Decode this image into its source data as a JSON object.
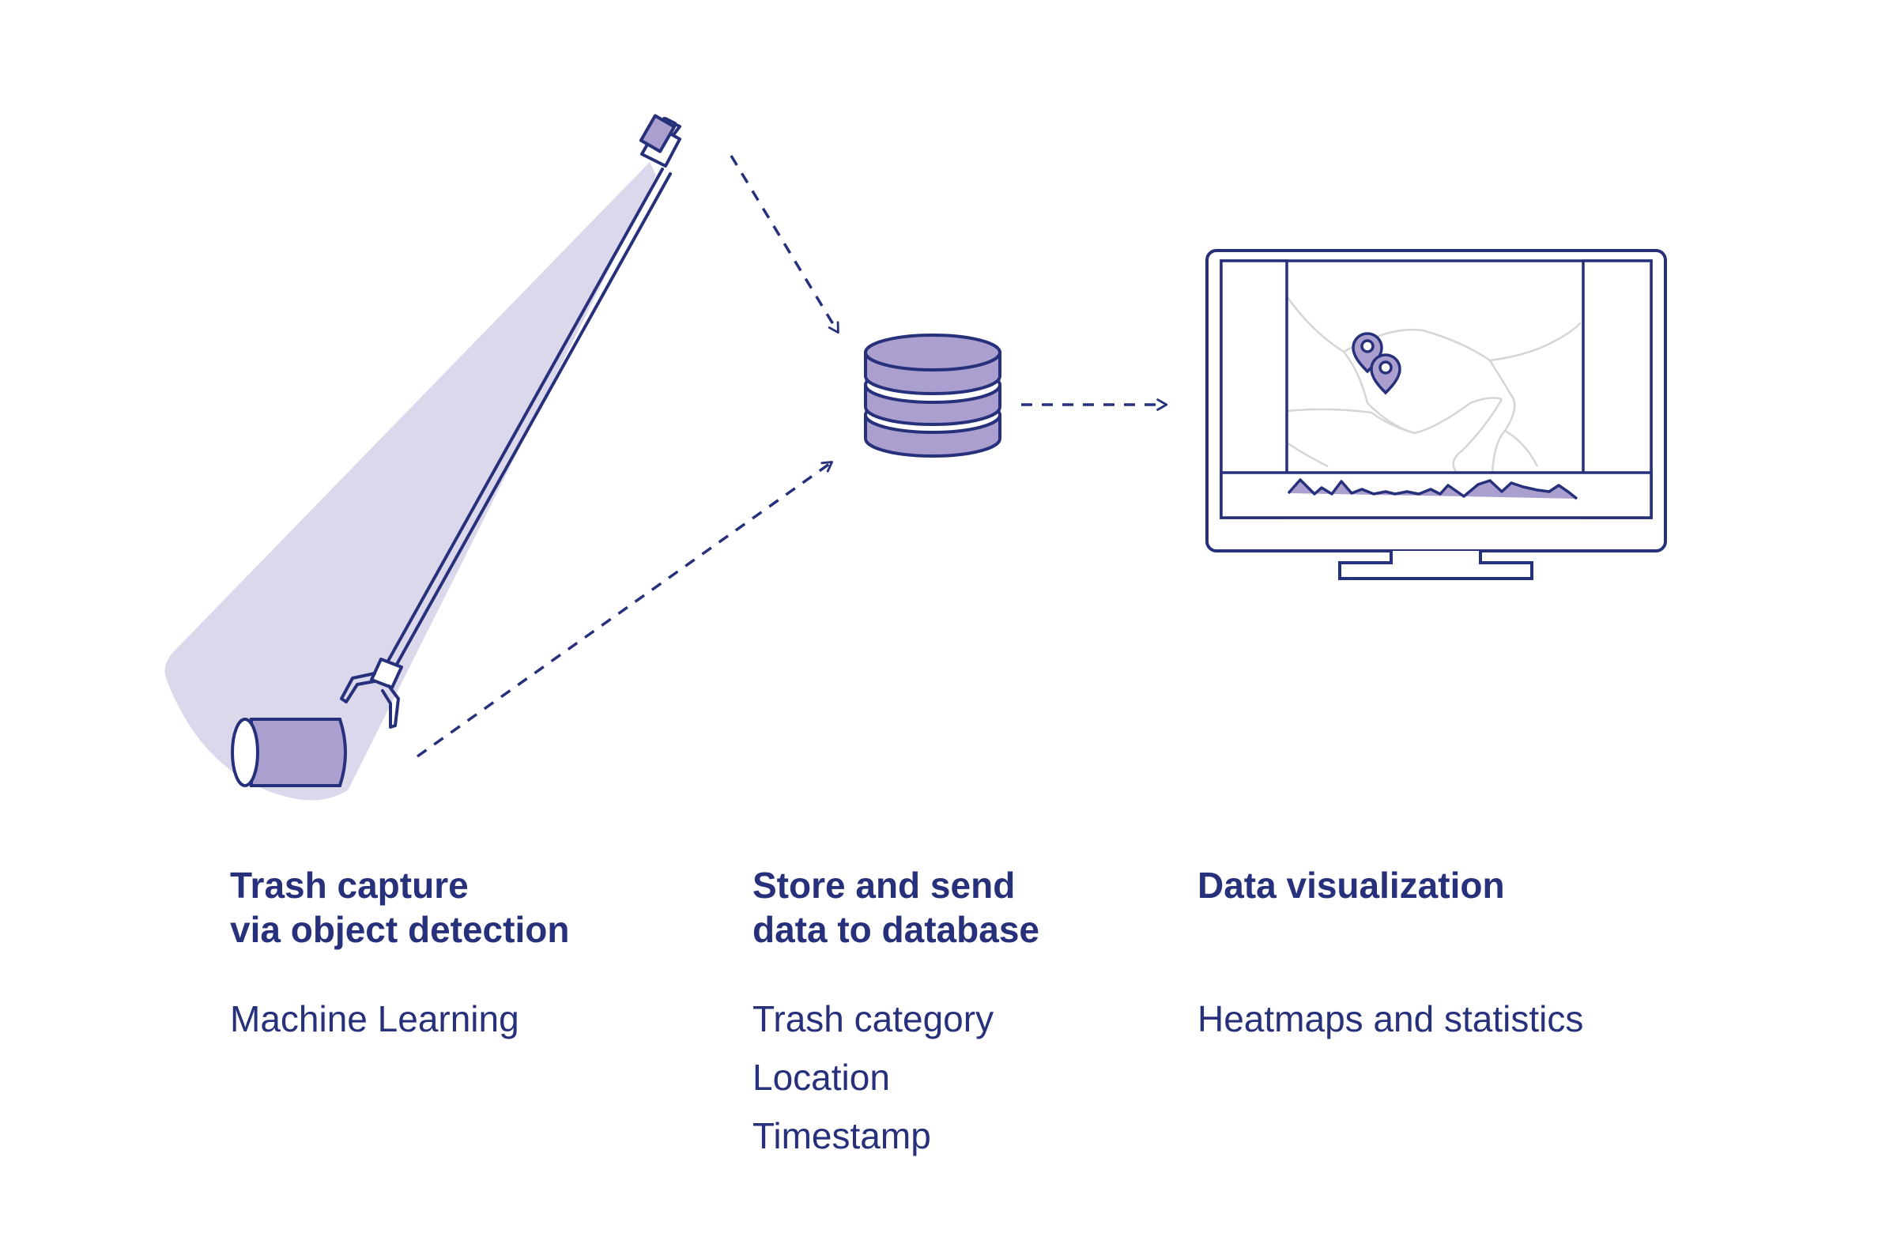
{
  "colors": {
    "stroke": "#27307a",
    "fill": "#ab9fcf",
    "beam": "#dcd8ec",
    "map_lines": "#d5d5d5",
    "background": "#ffffff"
  },
  "stages": [
    {
      "title": "Trash capture\nvia object detection",
      "details": [
        "Machine Learning"
      ]
    },
    {
      "title": "Store and send\ndata to database",
      "details": [
        "Trash category",
        "Location",
        "Timestamp"
      ]
    },
    {
      "title": "Data visualization",
      "details": [
        "Heatmaps and statistics"
      ]
    }
  ],
  "icons": {
    "capture": "trash-grabber-camera-icon",
    "trash": "trash-can-icon",
    "database": "database-icon",
    "monitor": "monitor-dashboard-icon",
    "pins": "location-pin-icon"
  }
}
